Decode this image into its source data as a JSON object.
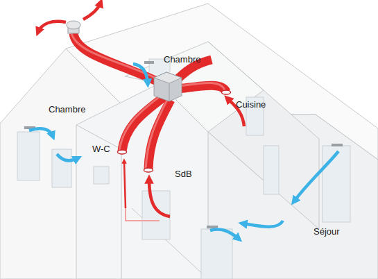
{
  "diagram": {
    "labels": [
      "Chambre",
      "Chambre",
      "Cuisine",
      "W-C",
      "SdB",
      "Séjour"
    ]
  }
}
